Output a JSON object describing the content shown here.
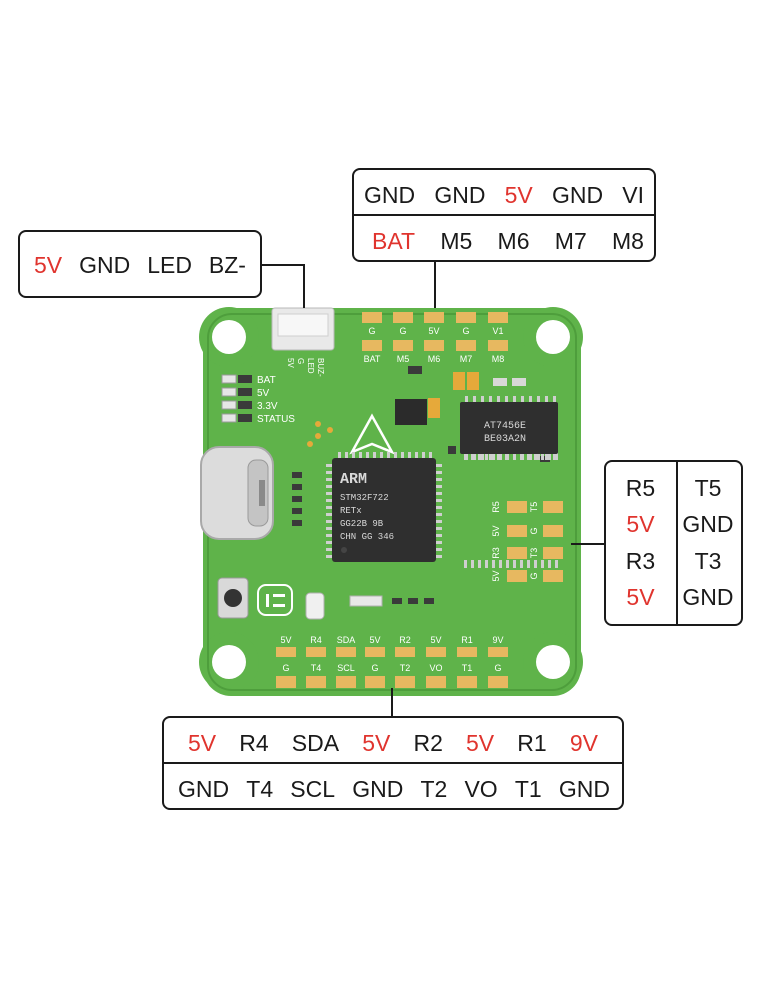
{
  "colors": {
    "red": "#e0342e",
    "pcb": "#5fb34a",
    "pad": "#e7b860",
    "dark": "#1a1a1a"
  },
  "callouts": {
    "top": {
      "row1": [
        "GND",
        "GND",
        "5V",
        "GND",
        "VI"
      ],
      "row2": [
        "BAT",
        "M5",
        "M6",
        "M7",
        "M8"
      ]
    },
    "led": {
      "row1": [
        "5V",
        "GND",
        "LED",
        "BZ-"
      ]
    },
    "right": {
      "rows": [
        [
          "R5",
          "T5"
        ],
        [
          "5V",
          "GND"
        ],
        [
          "R3",
          "T3"
        ],
        [
          "5V",
          "GND"
        ]
      ]
    },
    "bottom": {
      "row1": [
        "5V",
        "R4",
        "SDA",
        "5V",
        "R2",
        "5V",
        "R1",
        "9V"
      ],
      "row2": [
        "GND",
        "T4",
        "SCL",
        "GND",
        "T2",
        "VO",
        "T1",
        "GND"
      ]
    }
  },
  "board": {
    "top_pads_upper": [
      "G",
      "G",
      "5V",
      "G",
      "V1"
    ],
    "top_pads_lower": [
      "BAT",
      "M5",
      "M6",
      "M7",
      "M8"
    ],
    "bottom_pads_upper": [
      "5V",
      "R4",
      "SDA",
      "5V",
      "R2",
      "5V",
      "R1",
      "9V"
    ],
    "bottom_pads_lower": [
      "G",
      "T4",
      "SCL",
      "G",
      "T2",
      "VO",
      "T1",
      "G"
    ],
    "right_pads_left": [
      "R5",
      "5V",
      "R3",
      "5V"
    ],
    "right_pads_right": [
      "T5",
      "G",
      "T3",
      "G"
    ],
    "connector_pins": [
      "5V",
      "G",
      "LED",
      "BUZ-"
    ],
    "status_leds": [
      "BAT",
      "5V",
      "3.3V",
      "STATUS"
    ],
    "mcu": {
      "brand": "ARM",
      "lines": [
        "STM32F722",
        "RETx",
        "GG22B  9B",
        "CHN  GG 346"
      ]
    },
    "driver_chip": {
      "lines": [
        "AT7456E",
        "BE03A2N"
      ]
    }
  }
}
